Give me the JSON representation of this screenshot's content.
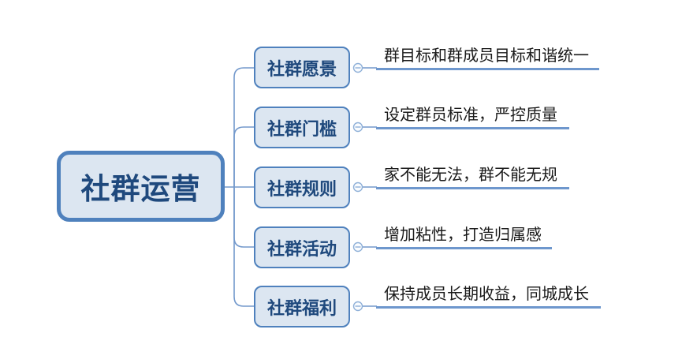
{
  "diagram": {
    "type": "mindmap",
    "root": {
      "label": "社群运营"
    },
    "branches": [
      {
        "label": "社群愿景",
        "note": "群目标和群成员目标和谐统一"
      },
      {
        "label": "社群门槛",
        "note": "设定群员标准，严控质量"
      },
      {
        "label": "社群规则",
        "note": "家不能无法，群不能无规"
      },
      {
        "label": "社群活动",
        "note": "增加粘性，打造归属感"
      },
      {
        "label": "社群福利",
        "note": "保持成员长期收益，同城成长"
      }
    ],
    "icons": {
      "collapse_toggle": "minus-in-circle"
    },
    "colors": {
      "node_border": "#4f81bd",
      "node_fill": "#dce6f1",
      "node_text": "#1f497d",
      "connector": "#7399cc",
      "underline": "#6e97cd",
      "note_text": "#1a1a1a",
      "toggle_border": "#8fb0d8",
      "toggle_fill": "#fafcfe"
    }
  }
}
